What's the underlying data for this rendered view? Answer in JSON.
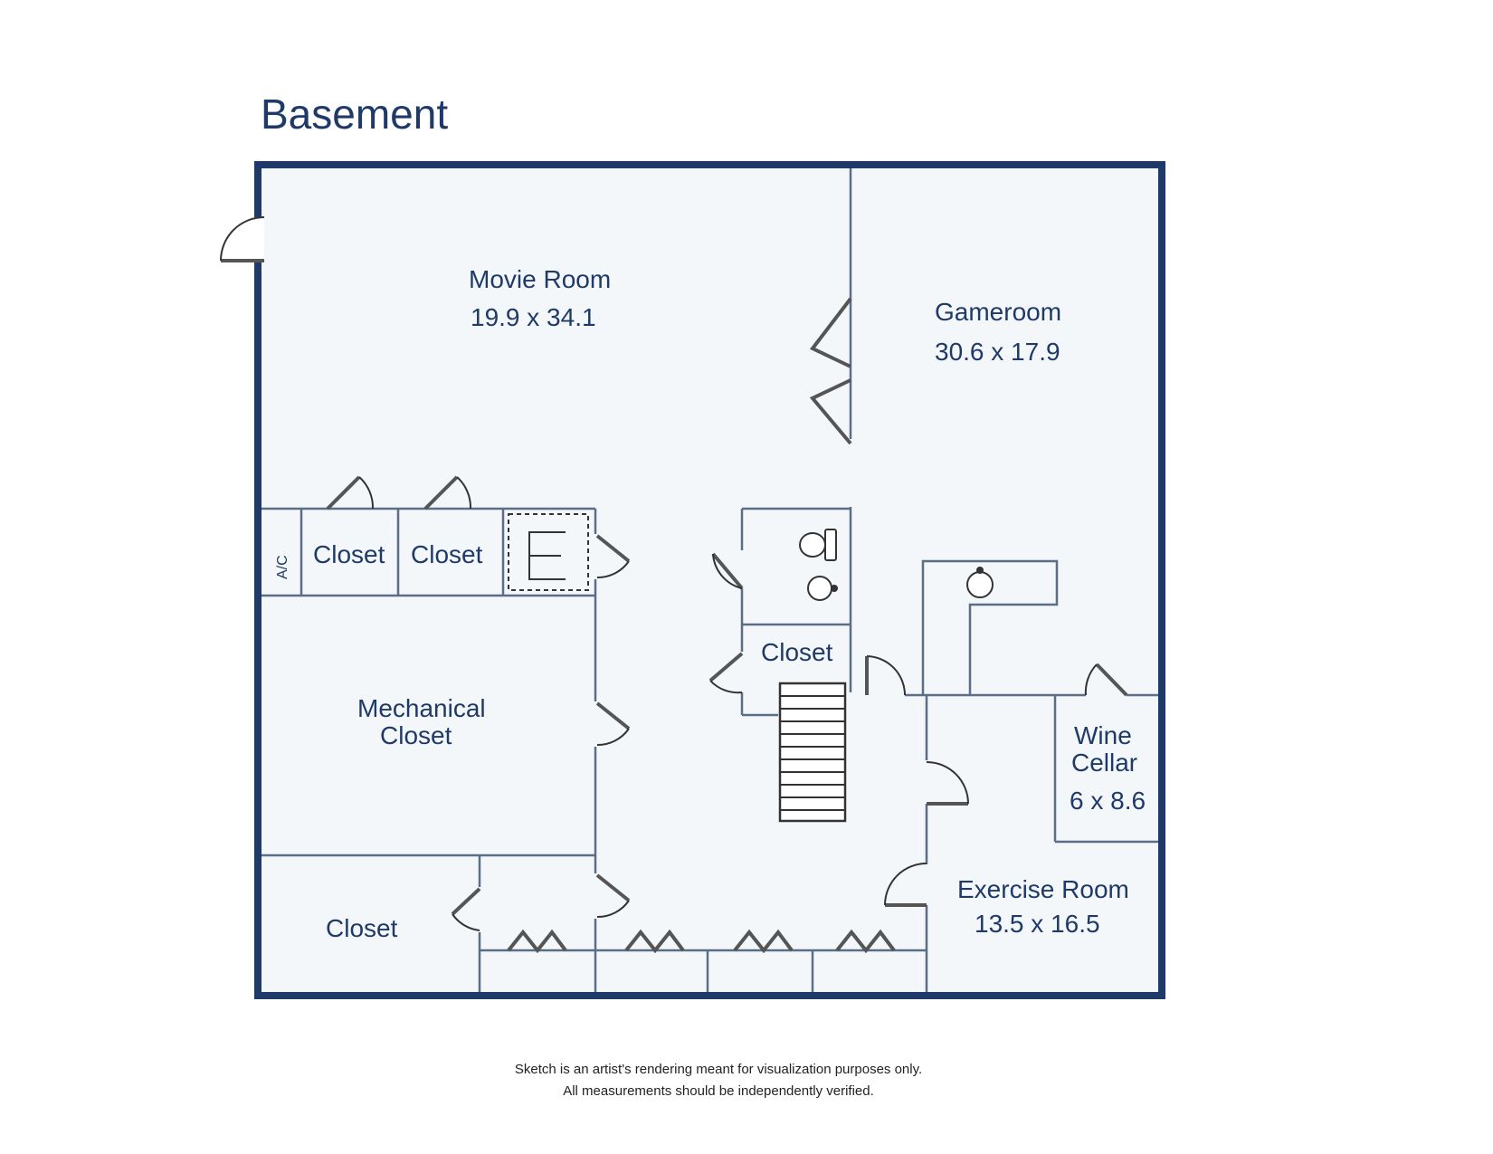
{
  "title": "Basement",
  "rooms": {
    "movie_room": {
      "name": "Movie Room",
      "size": "19.9 x 34.1"
    },
    "gameroom": {
      "name": "Gameroom",
      "size": "30.6 x 17.9"
    },
    "closet_1": {
      "name": "Closet"
    },
    "closet_2": {
      "name": "Closet"
    },
    "ac": {
      "name": "A/C"
    },
    "mechanical": {
      "line1": "Mechanical",
      "line2": "Closet"
    },
    "stair_closet": {
      "name": "Closet"
    },
    "wine_cellar": {
      "line1": "Wine",
      "line2": "Cellar",
      "size": "6 x 8.6"
    },
    "exercise_room": {
      "name": "Exercise Room",
      "size": "13.5 x 16.5"
    },
    "bottom_closet": {
      "name": "Closet"
    }
  },
  "disclaimer": {
    "line1": "Sketch is an artist's rendering meant for visualization purposes only.",
    "line2": "All measurements should be independently verified."
  },
  "colors": {
    "outer_wall": "#1f3a68",
    "interior": "#f4f7fa",
    "text": "#1f3a68",
    "inner_wall": "#5a6e86"
  }
}
